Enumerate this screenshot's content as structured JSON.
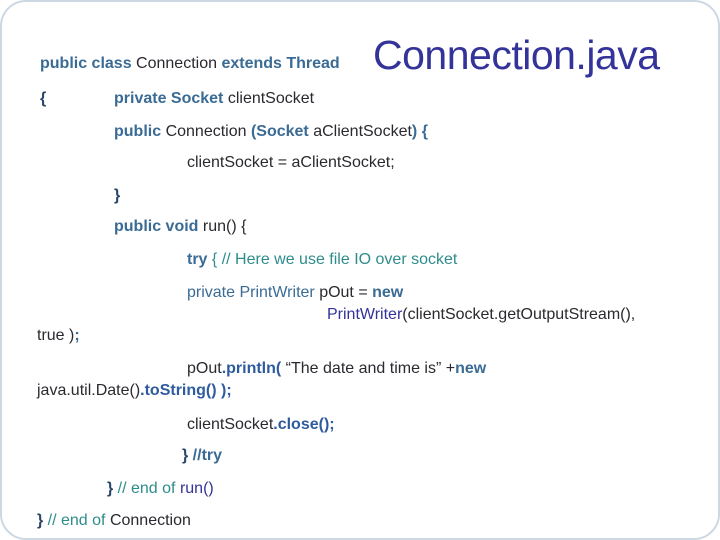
{
  "slide": {
    "title": "Connection.java"
  },
  "colors": {
    "keyword_blue": "#3a6b94",
    "navy_blue": "#333399",
    "method_blue": "#2e5b9e",
    "comment_teal": "#2e8c8c",
    "dark_text": "#29292f",
    "brace_navy": "#274668",
    "slide_border": "#ccd8e4"
  },
  "code": {
    "lines": [
      {
        "segments": [
          {
            "text": "public class ",
            "style": "kw"
          },
          {
            "text": "Connection ",
            "style": "dark"
          },
          {
            "text": "extends Thread",
            "style": "kw"
          }
        ]
      },
      {
        "segments": [
          {
            "text": "{",
            "style": "brace"
          }
        ]
      },
      {
        "segments": [
          {
            "text": "private Socket ",
            "style": "kw"
          },
          {
            "text": "clientSocket",
            "style": "dark"
          }
        ]
      },
      {
        "segments": [
          {
            "text": "public ",
            "style": "kw"
          },
          {
            "text": "Connection ",
            "style": "dark"
          },
          {
            "text": "(Socket ",
            "style": "kw"
          },
          {
            "text": "aClientSocket",
            "style": "dark"
          },
          {
            "text": ") {",
            "style": "kw"
          }
        ]
      },
      {
        "segments": [
          {
            "text": "clientSocket = aClientSocket;",
            "style": "dark"
          }
        ]
      },
      {
        "segments": [
          {
            "text": "}",
            "style": "brace"
          }
        ]
      },
      {
        "segments": [
          {
            "text": "public void ",
            "style": "kw"
          },
          {
            "text": "run() {",
            "style": "dark"
          }
        ]
      },
      {
        "segments": [
          {
            "text": "try ",
            "style": "kw"
          },
          {
            "text": "{ // Here we use file IO over socket",
            "style": "teal"
          }
        ]
      },
      {
        "segments": [
          {
            "text": "private PrintWriter ",
            "style": "kwlight"
          },
          {
            "text": "pOut = ",
            "style": "dark"
          },
          {
            "text": "new",
            "style": "kw"
          }
        ]
      },
      {
        "segments": [
          {
            "text": "PrintWriter",
            "style": "navy"
          },
          {
            "text": "(clientSocket.getOutputStream(),",
            "style": "dark"
          }
        ]
      },
      {
        "segments": [
          {
            "text": "true )",
            "style": "dark"
          },
          {
            "text": ";",
            "style": "kw"
          }
        ]
      },
      {
        "segments": [
          {
            "text": "pOut",
            "style": "dark"
          },
          {
            "text": ".println(",
            "style": "method"
          },
          {
            "text": " “The date and time is” +",
            "style": "dark"
          },
          {
            "text": "new",
            "style": "kw"
          }
        ]
      },
      {
        "segments": [
          {
            "text": "java.util.Date()",
            "style": "dark"
          },
          {
            "text": ".toString() );",
            "style": "method"
          }
        ]
      },
      {
        "segments": [
          {
            "text": "clientSocket",
            "style": "dark"
          },
          {
            "text": ".close();",
            "style": "method"
          }
        ]
      },
      {
        "segments": [
          {
            "text": "} ",
            "style": "brace"
          },
          {
            "text": "//try",
            "style": "kw"
          }
        ]
      },
      {
        "segments": [
          {
            "text": "} ",
            "style": "brace"
          },
          {
            "text": "// end of ",
            "style": "teal"
          },
          {
            "text": "run()",
            "style": "navy"
          }
        ]
      },
      {
        "segments": [
          {
            "text": "} ",
            "style": "brace"
          },
          {
            "text": "// end of ",
            "style": "teal"
          },
          {
            "text": "Connection",
            "style": "dark"
          }
        ]
      }
    ]
  }
}
